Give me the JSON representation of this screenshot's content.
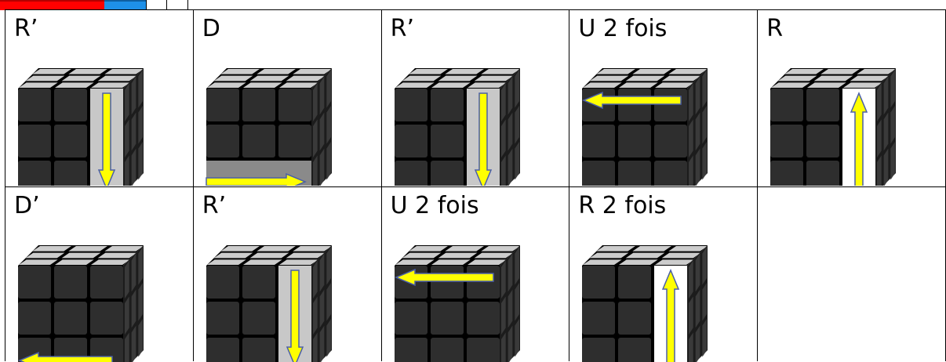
{
  "moves": [
    {
      "label": "R’",
      "arrow": "down"
    },
    {
      "label": "D",
      "arrow": "right"
    },
    {
      "label": "R’",
      "arrow": "down"
    },
    {
      "label": "U 2 fois",
      "arrow": "left"
    },
    {
      "label": "R",
      "arrow": "up"
    },
    {
      "label": "D’",
      "arrow": "left-bottom"
    },
    {
      "label": "R’",
      "arrow": "down"
    },
    {
      "label": "U 2 fois",
      "arrow": "left"
    },
    {
      "label": "R 2 fois",
      "arrow": "up"
    }
  ],
  "colors": {
    "cube_face": "#2e2e2e",
    "cube_gap": "#000000",
    "cube_top": "#cccccc",
    "arrow_fill": "#ffff00",
    "arrow_stroke": "#4a5fa8",
    "strip_red": "#ff0000",
    "strip_blue": "#1e90e8"
  }
}
